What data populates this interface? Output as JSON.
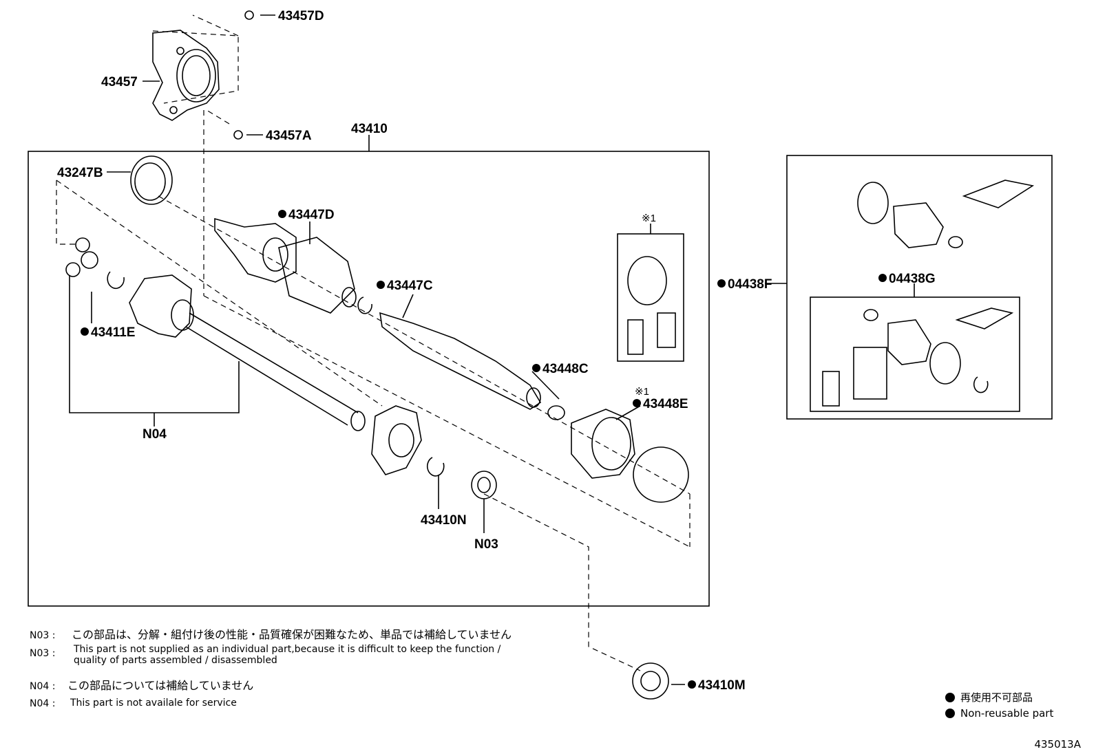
{
  "diagram_id": "435013A",
  "labels": {
    "p43457D": "43457D",
    "p43457": "43457",
    "p43457A": "43457A",
    "p43410": "43410",
    "p43247B": "43247B",
    "p43447D": "43447D",
    "p43447C": "43447C",
    "p43411E": "43411E",
    "n04": "N04",
    "p43448C": "43448C",
    "p43448E": "43448E",
    "p43410N": "43410N",
    "n03": "N03",
    "p43410M": "43410M",
    "p04438F": "04438F",
    "p04438G": "04438G",
    "ref1a": "※1",
    "ref1b": "※1"
  },
  "notes": {
    "n03_code_ja": "N03 :",
    "n03_ja": "この部品は、分解・組付け後の性能・品質確保が困難なため、単品では補給していません",
    "n03_code_en": "N03 :",
    "n03_en_line1": "This part is not supplied as an individual part,because it is difficult to keep the function /",
    "n03_en_line2": "quality of parts assembled / disassembled",
    "n04_code_ja": "N04 :",
    "n04_ja": "この部品については補給していません",
    "n04_code_en": "N04 :",
    "n04_en": "This part is not availale for service"
  },
  "legend": {
    "ja": "再使用不可部品",
    "en": "Non-reusable part"
  }
}
